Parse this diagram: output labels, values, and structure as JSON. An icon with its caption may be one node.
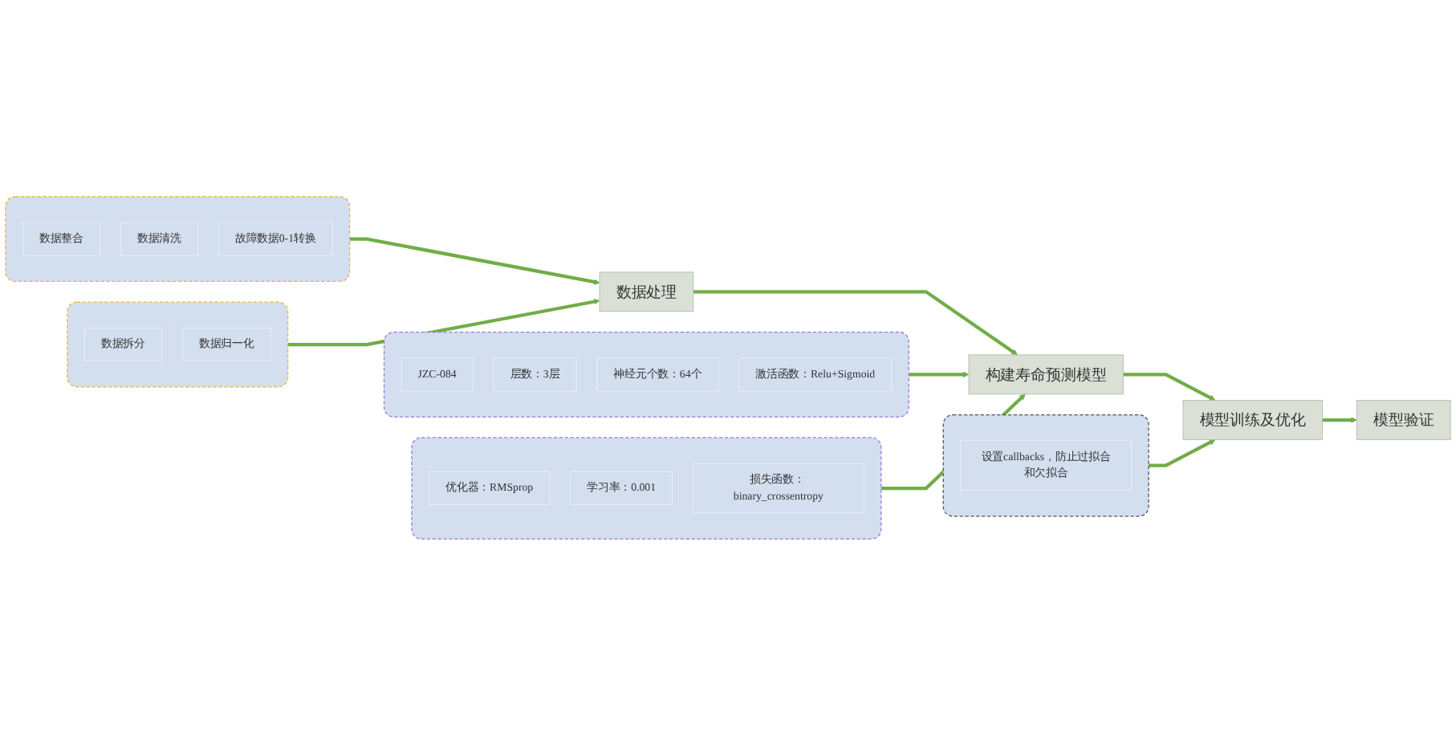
{
  "diagram": {
    "nodes": [
      {
        "text": [],
        "shape": "box"
      },
      {
        "text": [
          "数据整合"
        ],
        "in": 0
      },
      {
        "text": [
          "数据清洗"
        ],
        "in": 0
      },
      {
        "text": [
          "故障数据0-1转换"
        ],
        "in": 0
      },
      {
        "text": [],
        "shape": "box"
      },
      {
        "text": [
          "JZC-084"
        ],
        "in": 4
      },
      {
        "text": [
          "层数：3层"
        ],
        "in": 4
      },
      {
        "text": [
          "神经元个数：64个"
        ],
        "in": 4
      },
      {
        "text": [
          "激活函数：Relu+Sigmoid"
        ],
        "in": 4
      },
      {
        "text": [
          "数据处理"
        ]
      },
      {
        "text": [
          "构建寿命预测模型"
        ]
      },
      {
        "text": [
          "模型训练及优化"
        ]
      },
      {
        "text": [
          "模型验证"
        ]
      },
      {
        "text": [],
        "shape": "box"
      },
      {
        "text": [
          "数据拆分"
        ],
        "in": 13
      },
      {
        "text": [
          "数据归一化"
        ],
        "in": 13
      },
      {
        "text": [],
        "shape": "box"
      },
      {
        "text": [
          "优化器：RMSprop"
        ],
        "in": 16
      },
      {
        "text": [
          "学习率：0.001"
        ],
        "in": 16
      },
      {
        "text": [
          "损失函数： binary_crossentropy"
        ],
        "in": 16
      },
      {
        "text": [],
        "shape": "box"
      },
      {
        "text": [
          "设置callbacks，防止过拟合和欠拟合"
        ],
        "in": 20
      }
    ],
    "edges": [
      {
        "from": 0,
        "to": 9,
        "arrow": "to"
      },
      {
        "from": 13,
        "to": 9,
        "arrow": "to"
      },
      {
        "from": 9,
        "to": 10,
        "arrow": "to"
      },
      {
        "from": 4,
        "to": 10,
        "arrow": "to"
      },
      {
        "from": 16,
        "to": 10,
        "arrow": "to"
      },
      {
        "from": 10,
        "to": 11,
        "arrow": "to"
      },
      {
        "from": 20,
        "to": 11,
        "arrow": "to"
      },
      {
        "from": 11,
        "to": 12,
        "arrow": "to"
      }
    ]
  }
}
